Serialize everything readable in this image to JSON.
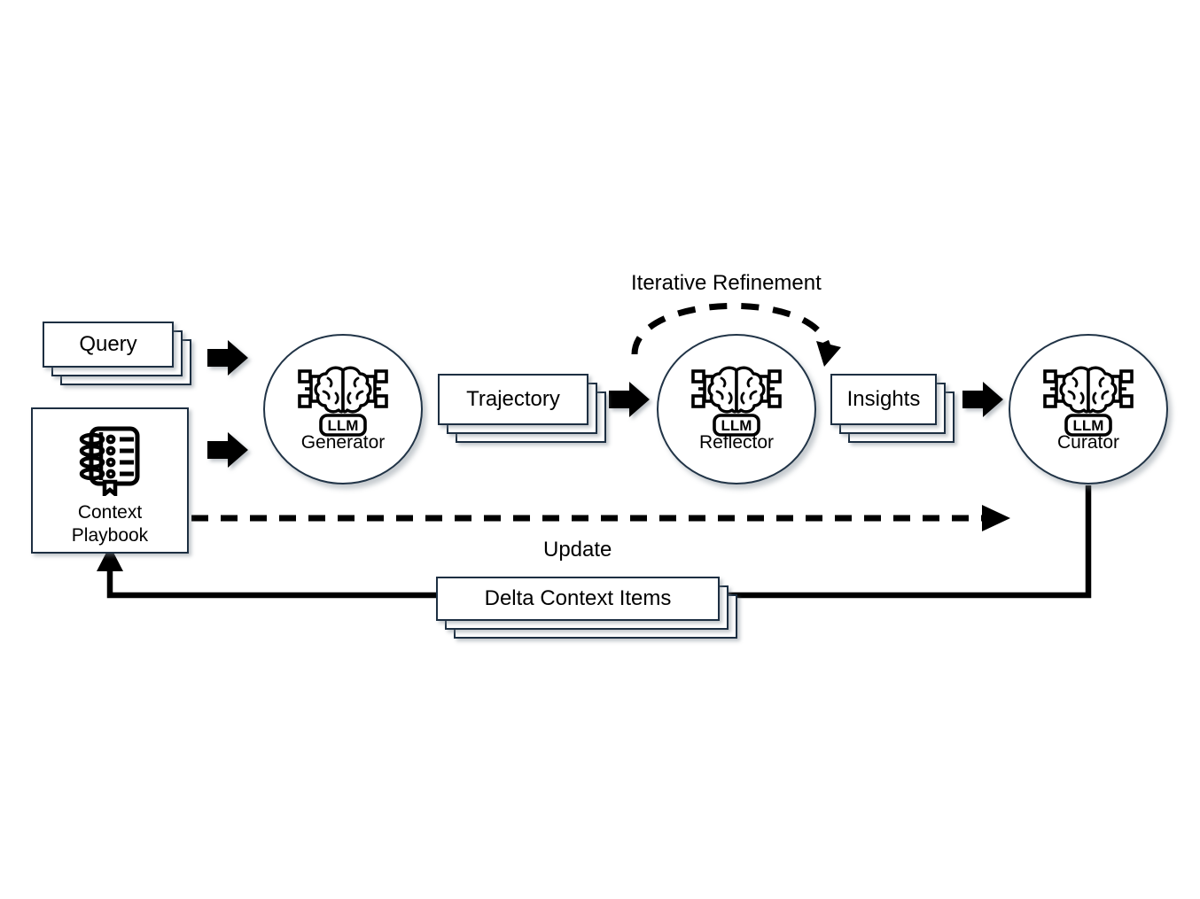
{
  "diagram": {
    "title_annotation": "Iterative Refinement",
    "update_label": "Update",
    "colors": {
      "card_border": "#1d2f42",
      "node_border": "#213447",
      "arrow_fill": "#000000",
      "background": "#ffffff",
      "text": "#000000"
    }
  },
  "inputs": {
    "query": {
      "label": "Query",
      "stack_count": 3
    },
    "playbook": {
      "label": "Context\nPlaybook",
      "icon": "notebook-icon"
    }
  },
  "nodes": [
    {
      "id": "generator",
      "label": "Generator",
      "icon": "llm-brain-icon",
      "badge": "LLM"
    },
    {
      "id": "reflector",
      "label": "Reflector",
      "icon": "llm-brain-icon",
      "badge": "LLM"
    },
    {
      "id": "curator",
      "label": "Curator",
      "icon": "llm-brain-icon",
      "badge": "LLM"
    }
  ],
  "artifacts": [
    {
      "id": "trajectory",
      "label": "Trajectory",
      "stack_count": 3
    },
    {
      "id": "insights",
      "label": "Insights",
      "stack_count": 3
    },
    {
      "id": "delta",
      "label": "Delta Context Items",
      "stack_count": 3
    }
  ]
}
